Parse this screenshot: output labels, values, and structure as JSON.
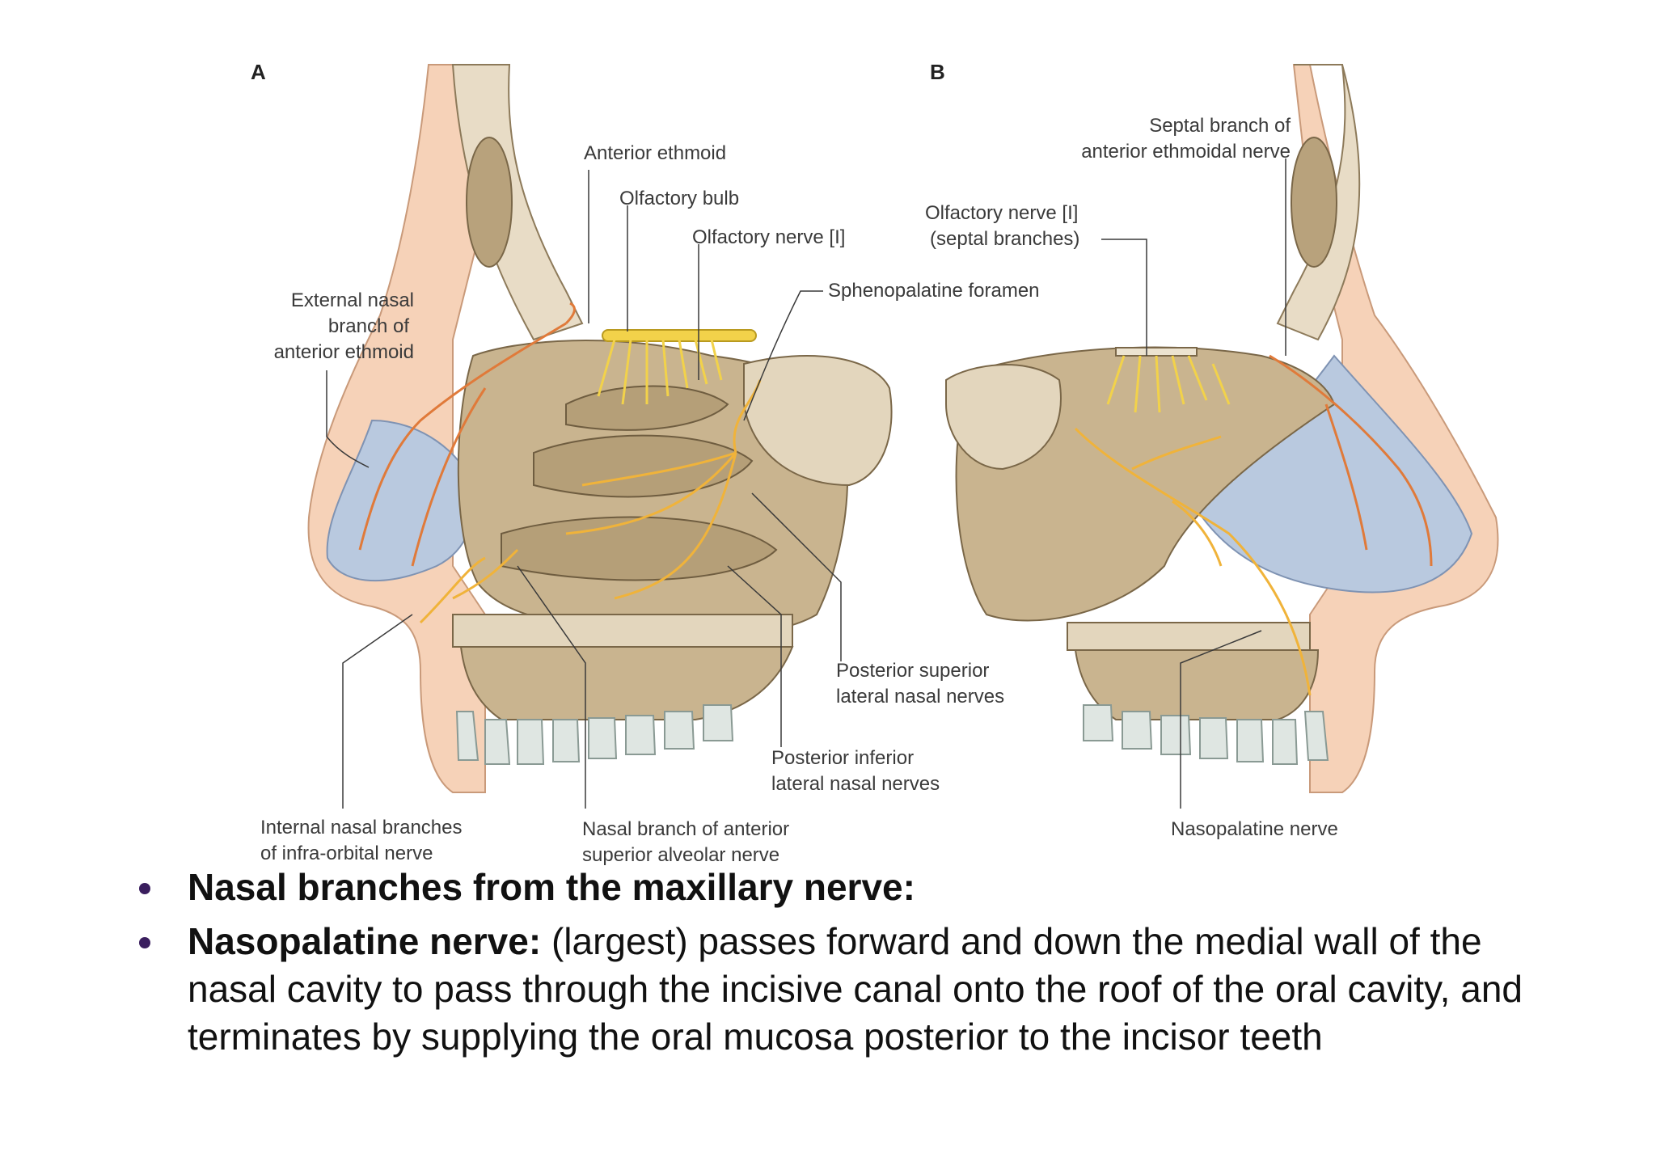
{
  "figure": {
    "panels": [
      {
        "letter": "A"
      },
      {
        "letter": "B"
      }
    ],
    "labels": {
      "anterior_ethmoid": "Anterior ethmoid",
      "olfactory_bulb": "Olfactory bulb",
      "olfactory_nerve": "Olfactory nerve [I]",
      "sphenopalatine_foramen": "Sphenopalatine foramen",
      "external_nasal_1": "External nasal",
      "external_nasal_2": "branch of",
      "external_nasal_3": "anterior ethmoid",
      "post_sup_1": "Posterior superior",
      "post_sup_2": "lateral nasal nerves",
      "post_inf_1": "Posterior inferior",
      "post_inf_2": "lateral nasal nerves",
      "internal_nasal_1": "Internal nasal branches",
      "internal_nasal_2": "of infra-orbital nerve",
      "nasal_branch_asa_1": "Nasal branch of anterior",
      "nasal_branch_asa_2": "superior alveolar nerve",
      "septal_branch_1": "Septal branch of",
      "septal_branch_2": "anterior ethmoidal nerve",
      "olfactory_septal_1": "Olfactory nerve [I]",
      "olfactory_septal_2": "(septal branches)",
      "nasopalatine": "Nasopalatine nerve"
    },
    "colors": {
      "bone": "#c9b48f",
      "bone_dark": "#a8916a",
      "cartilage": "#b9c9df",
      "skin": "#f6d2b8",
      "nerve": "#f0b33a",
      "olfactory": "#f2d24a",
      "external_nerve": "#e07a3a",
      "teeth": "#dfe6e2"
    }
  },
  "bullets": [
    {
      "bold": "Nasal branches from the maxillary nerve:",
      "text": ""
    },
    {
      "bold": "Nasopalatine nerve:",
      "text": " (largest) passes forward and down the medial wall of the nasal cavity to pass through the incisive canal onto the roof of the oral cavity, and terminates by supplying the oral mucosa posterior to the incisor teeth"
    }
  ]
}
